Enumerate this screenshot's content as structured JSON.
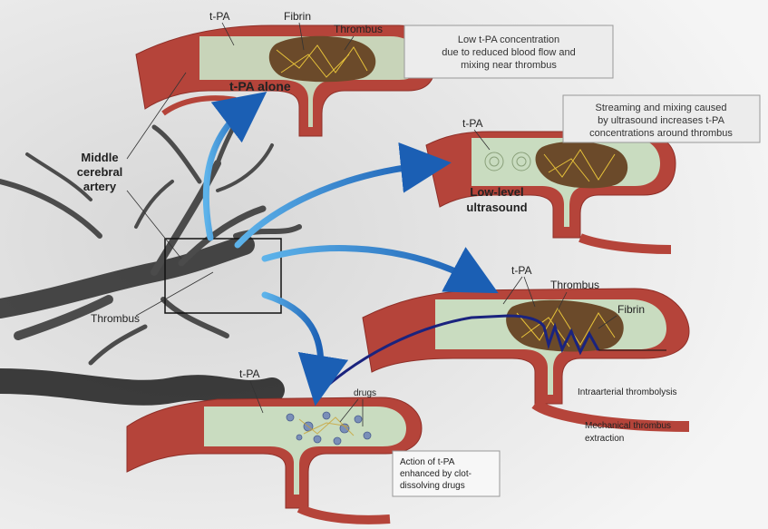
{
  "labels": {
    "tpa_top": "t-PA",
    "fibrin_top": "Fibrin",
    "thrombus_top": "Thrombus",
    "tpa_alone": "t-PA alone",
    "mca_line1": "Middle",
    "mca_line2": "cerebral",
    "mca_line3": "artery",
    "thrombus_left": "Thrombus",
    "tpa_us": "t-PA",
    "low_level_1": "Low-level",
    "low_level_2": "ultrasound",
    "tpa_ia": "t-PA",
    "thrombus_ia": "Thrombus",
    "fibrin_ia": "Fibrin",
    "intraarterial": "Intraarterial thrombolysis",
    "mech_1": "Mechanical thrombus",
    "mech_2": "extraction",
    "tpa_drugs": "t-PA",
    "drugs": "drugs"
  },
  "boxes": {
    "box1": [
      "Low t-PA concentration",
      "due to reduced blood flow and",
      "mixing near thrombus"
    ],
    "box2": [
      "Streaming and mixing caused",
      "by ultrasound increases t-PA",
      "concentrations around thrombus"
    ],
    "box3": [
      "Action of t-PA",
      "enhanced by clot-",
      "dissolving drugs"
    ]
  },
  "colors": {
    "artery": "#b5443a",
    "artery_dark": "#8f2f28",
    "vessel_inner": "#c9dcc0",
    "thrombus": "#6b4a2a",
    "fibrin": "#e6c23a",
    "arrow": "#1f6fc1",
    "catheter": "#1a237e"
  }
}
